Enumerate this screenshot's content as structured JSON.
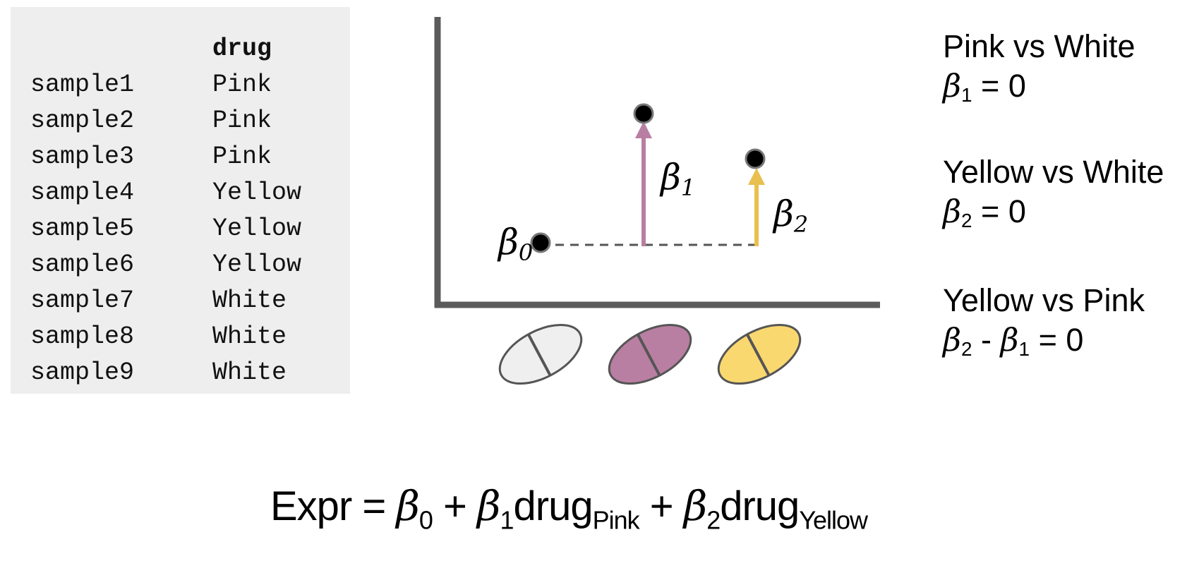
{
  "design_table": {
    "header": "drug",
    "rows": [
      {
        "sample": "sample1",
        "drug": "Pink"
      },
      {
        "sample": "sample2",
        "drug": "Pink"
      },
      {
        "sample": "sample3",
        "drug": "Pink"
      },
      {
        "sample": "sample4",
        "drug": "Yellow"
      },
      {
        "sample": "sample5",
        "drug": "Yellow"
      },
      {
        "sample": "sample6",
        "drug": "Yellow"
      },
      {
        "sample": "sample7",
        "drug": "White"
      },
      {
        "sample": "sample8",
        "drug": "White"
      },
      {
        "sample": "sample9",
        "drug": "White"
      }
    ]
  },
  "diagram": {
    "beta0_label": "β",
    "beta0_sub": "0",
    "beta1_label": "β",
    "beta1_sub": "1",
    "beta2_label": "β",
    "beta2_sub": "2",
    "pills": [
      {
        "name": "white",
        "fill": "#efefef"
      },
      {
        "name": "pink",
        "fill": "#b97fa2"
      },
      {
        "name": "yellow",
        "fill": "#f9d86f"
      }
    ],
    "colors": {
      "axis": "#5b5b5b",
      "beta1_arrow": "#b97fa2",
      "beta2_arrow": "#e9bf4f",
      "dashed": "#555555",
      "point": "#000000"
    }
  },
  "contrasts": [
    {
      "title": "Pink vs White",
      "eq": {
        "b1": "β",
        "s1": "1",
        "rest": " = 0"
      }
    },
    {
      "title": "Yellow vs White",
      "eq": {
        "b1": "β",
        "s1": "2",
        "rest": " = 0"
      }
    },
    {
      "title": "Yellow vs Pink",
      "eq": {
        "b1": "β",
        "s1": "2",
        "mid": " - ",
        "b2": "β",
        "s2": "1",
        "rest": " = 0"
      }
    }
  ],
  "equation": {
    "lhs": "Expr = ",
    "b0": "β",
    "s0": "0",
    "plus1": " + ",
    "b1": "β",
    "s1": "1",
    "term1": "drug",
    "term1_sub": "Pink",
    "plus2": " + ",
    "b2": "β",
    "s2": "2",
    "term2": "drug",
    "term2_sub": "Yellow"
  }
}
